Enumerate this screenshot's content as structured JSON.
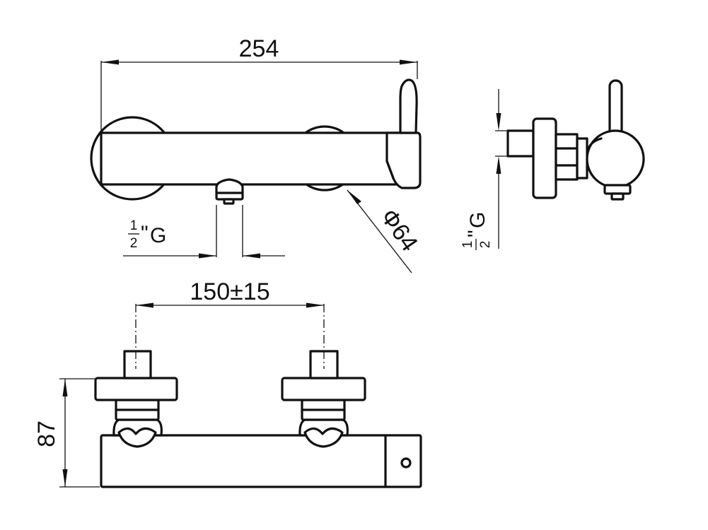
{
  "dimensions": {
    "overall_length": "254",
    "inlet_thread": "G",
    "inlet_thread_fraction": {
      "numerator": "1",
      "denominator": "2"
    },
    "inch_mark": "\"",
    "escutcheon_diameter": "Ф64",
    "center_distance": "150±15",
    "projection": "87"
  },
  "colors": {
    "line": "#111111",
    "background": "#ffffff"
  }
}
